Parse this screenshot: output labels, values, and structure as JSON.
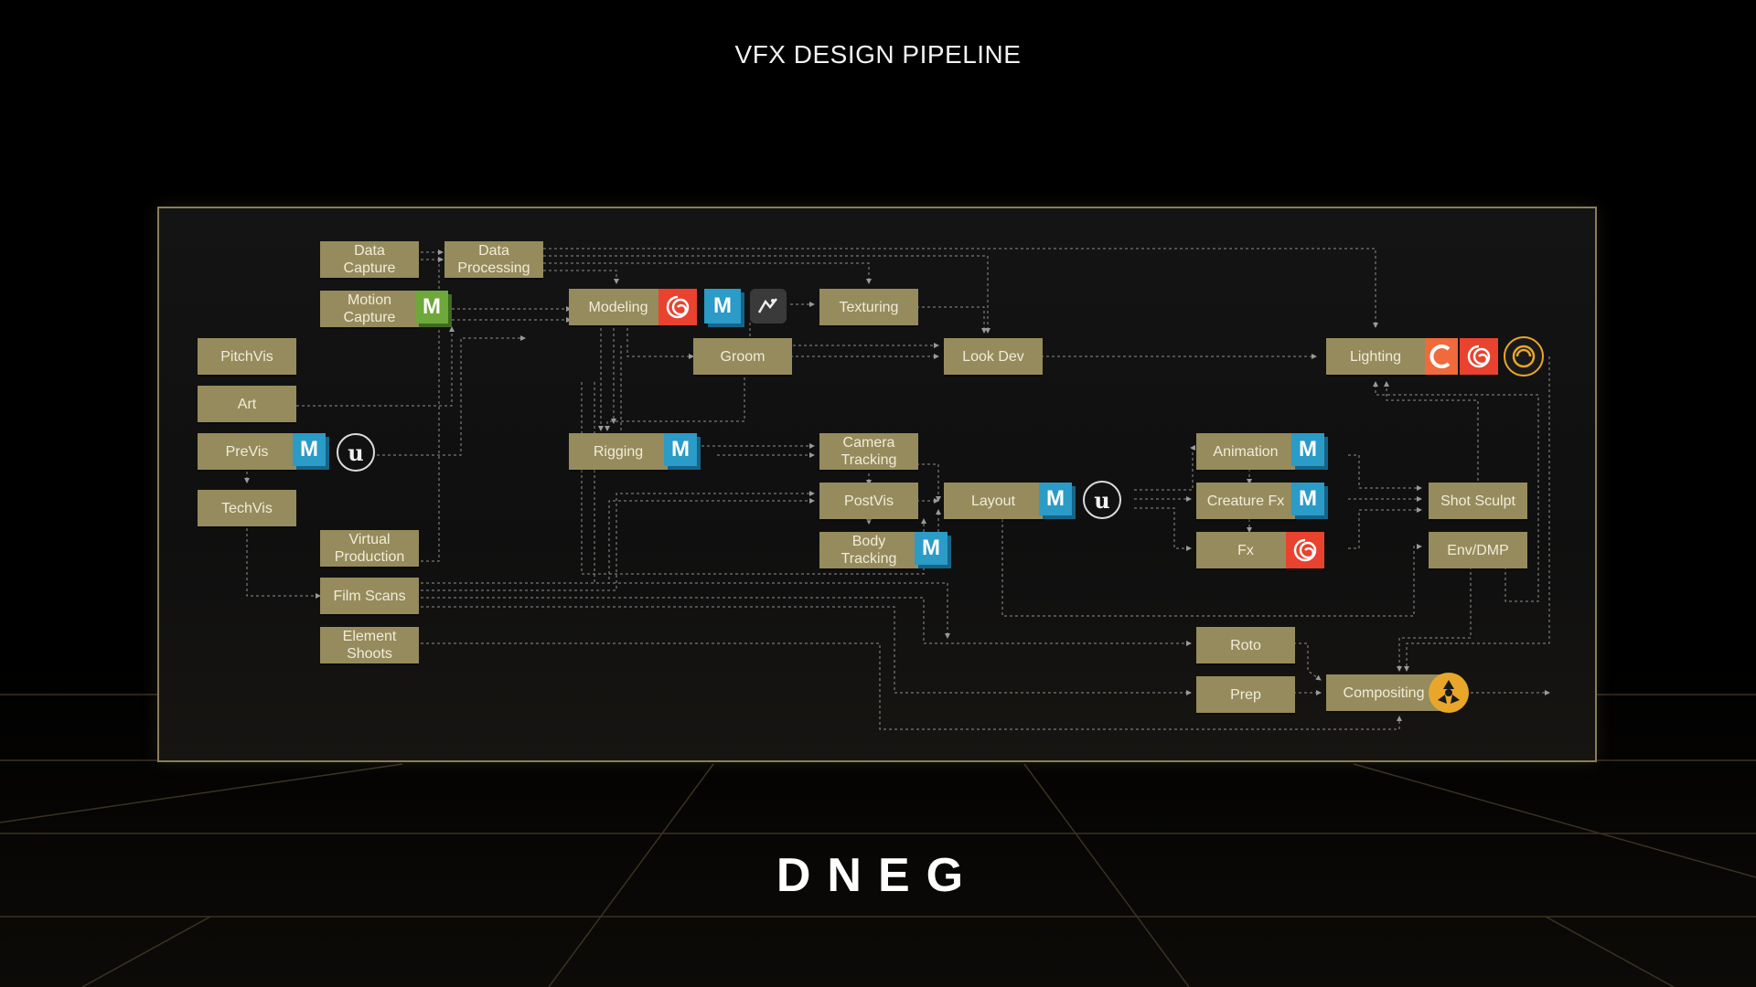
{
  "title": "VFX DESIGN PIPELINE",
  "logo": "DNEG",
  "colors": {
    "node": "#958b5d",
    "wire": "#9a9a9a",
    "accent": "#8a7d58"
  },
  "nodes": {
    "data_capture": "Data\nCapture",
    "data_processing": "Data\nProcessing",
    "motion_capture": "Motion\nCapture",
    "pitchvis": "PitchVis",
    "art": "Art",
    "previs": "PreVis",
    "techvis": "TechVis",
    "virtual_production": "Virtual\nProduction",
    "film_scans": "Film Scans",
    "element_shoots": "Element\nShoots",
    "modeling": "Modeling",
    "groom": "Groom",
    "texturing": "Texturing",
    "look_dev": "Look Dev",
    "rigging": "Rigging",
    "camera_tracking": "Camera\nTracking",
    "postvis": "PostVis",
    "body_tracking": "Body\nTracking",
    "layout": "Layout",
    "animation": "Animation",
    "creature_fx": "Creature Fx",
    "fx": "Fx",
    "shot_sculpt": "Shot Sculpt",
    "env_dmp": "Env/DMP",
    "lighting": "Lighting",
    "roto": "Roto",
    "prep": "Prep",
    "compositing": "Compositing"
  },
  "icons": {
    "maya_letter": "M",
    "unreal_letter": "u",
    "tools": [
      "maya-icon",
      "unreal-icon",
      "houdini-icon",
      "zbrush-icon",
      "nuke-icon",
      "katana-icon",
      "renderman-icon"
    ]
  }
}
